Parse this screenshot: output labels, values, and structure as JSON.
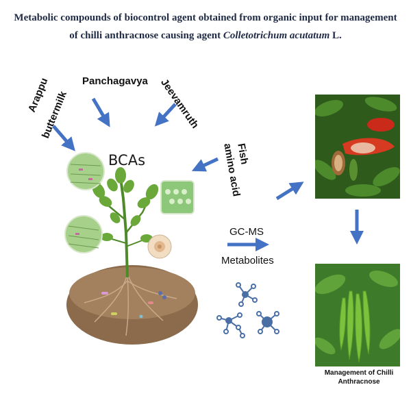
{
  "title": {
    "line1": "Metabolic compounds of biocontrol agent obtained from organic input for management",
    "line2_prefix": "of chilli anthracnose causing agent ",
    "line2_species": "Colletotrichum acutatum",
    "line2_suffix": " L."
  },
  "inputs": {
    "arappu": "Arappu",
    "buttermilk": "buttermilk",
    "panchagavya": "Panchagavya",
    "jeevamruth": "Jeevamruth",
    "fish": "Fish",
    "amino_acid": "amino acid"
  },
  "center_label": "BCAs",
  "gcms": "GC-MS",
  "metabolites": "Metabolites",
  "result": {
    "line1": "Management of Chilli",
    "line2": "Anthracnose"
  },
  "colors": {
    "arrow": "#4472c4",
    "arrow_stroke": "#2f528f",
    "plant_green": "#5a9a2e",
    "soil": "#8a6a4a",
    "molecule": "#4a6fa5"
  },
  "icons": {
    "molecule": "molecule-network-icon"
  }
}
